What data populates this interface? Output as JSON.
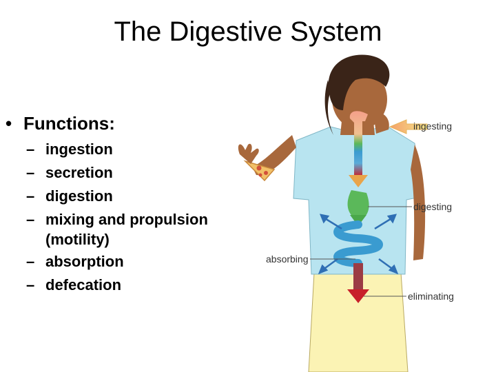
{
  "slide": {
    "title": "The Digestive System",
    "bullet": "Functions:",
    "items": [
      {
        "dash": "–",
        "text": "ingestion"
      },
      {
        "dash": "–",
        "text": "secretion"
      },
      {
        "dash": "–",
        "text": "digestion"
      },
      {
        "dash": "–",
        "text": "mixing and propulsion",
        "continuation": "(motility)"
      },
      {
        "dash": "–",
        "text": "absorption"
      },
      {
        "dash": "–",
        "text": "defecation"
      }
    ]
  },
  "figure": {
    "labels": {
      "ingesting": "ingesting",
      "digesting": "digesting",
      "absorbing": "absorbing",
      "eliminating": "eliminating"
    }
  }
}
